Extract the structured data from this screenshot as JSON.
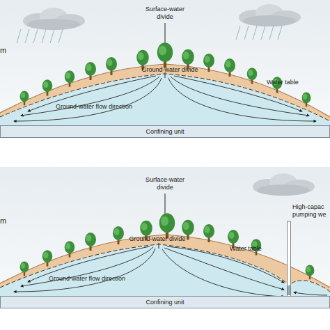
{
  "diagram": {
    "nodes": [
      {
        "text": [
          "Confining unit"
        ]
      },
      {
        "text": [
          "Confining unit"
        ]
      }
    ],
    "labels": [
      "Surface-water divide",
      "Ground-water divide",
      "Water table",
      "Ground-water flow direction",
      "m",
      "Surface-water divide",
      "Ground-water divide",
      "Water table",
      "Ground-water flow direction",
      "m",
      "High-capac pumping we"
    ]
  }
}
